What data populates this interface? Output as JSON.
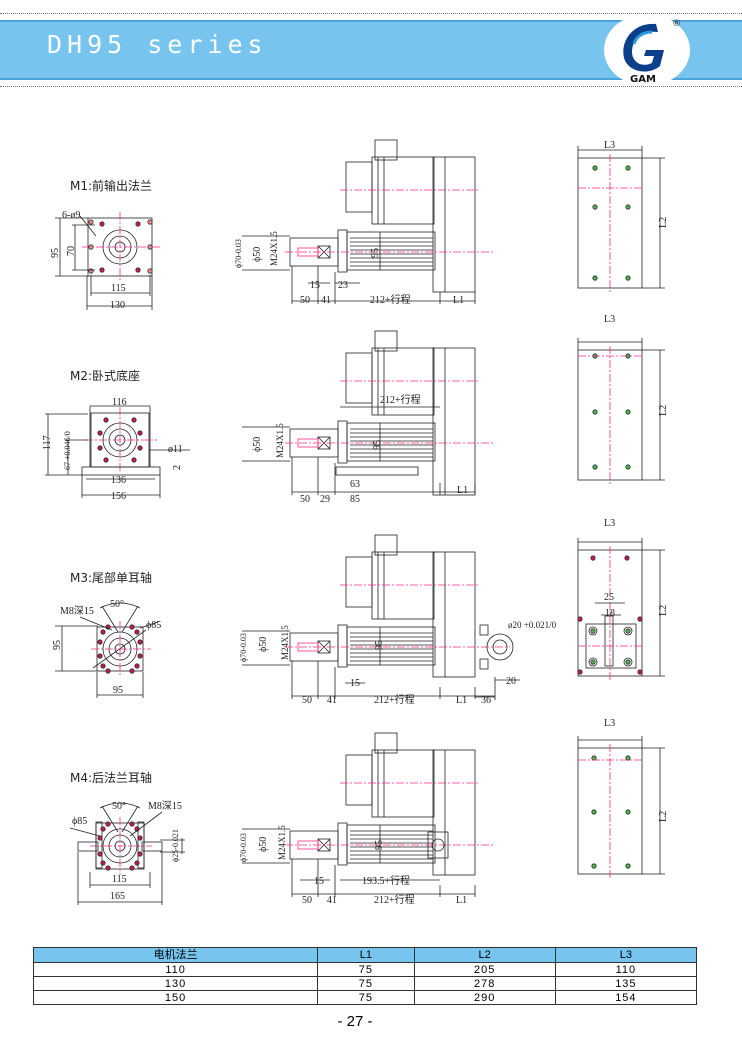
{
  "header": {
    "title": "DH95  series",
    "logo_text": "GAM",
    "logo_mark": "®"
  },
  "sections": [
    {
      "title": "M1:前输出法兰",
      "flange": {
        "holes": "6-ø9",
        "h1": "95",
        "h2": "70",
        "w1": "115",
        "w2": "130"
      },
      "side": {
        "d70": "ϕ70-0.03",
        "d50": "ϕ50",
        "thread": "M24X1.5",
        "h": "95",
        "a": "15",
        "b": "23",
        "c": "50",
        "d": "41",
        "stroke": "212+行程",
        "l1": "L1"
      },
      "end": {
        "l3": "L3",
        "l2": "L2"
      }
    },
    {
      "title": "M2:卧式底座",
      "flange": {
        "w_top": "116",
        "h1": "117",
        "h2": "67 +0.046/0",
        "hole": "ø11",
        "t": "2",
        "w1": "136",
        "w2": "156"
      },
      "side": {
        "stroke_top": "212+行程",
        "d50": "ϕ50",
        "thread": "M24X1.5",
        "h": "95",
        "a": "63",
        "c": "50",
        "d": "29",
        "e": "85",
        "l1": "L1"
      },
      "end": {
        "l3": "L3",
        "l2": "L2"
      }
    },
    {
      "title": "M3:尾部单耳轴",
      "flange": {
        "angle": "50°",
        "thread": "M8深15",
        "pcd": "ϕ85",
        "h1": "95",
        "w1": "95"
      },
      "side": {
        "d70": "ϕ70-0.03",
        "d50": "ϕ50",
        "thread": "M24X1.5",
        "h": "95",
        "pin": "ø20 +0.021/0",
        "a": "15",
        "f": "20",
        "c": "50",
        "d": "41",
        "stroke": "212+行程",
        "l1": "L1",
        "g": "36"
      },
      "end": {
        "l3": "L3",
        "l2": "L2",
        "w1": "25",
        "w2": "18"
      }
    },
    {
      "title": "M4:后法兰耳轴",
      "flange": {
        "angle": "50°",
        "thread": "M8深15",
        "pcd": "ϕ85",
        "shaft": "ϕ25-0.021",
        "w1": "115",
        "w2": "165"
      },
      "side": {
        "d70": "ϕ70-0.03",
        "d50": "ϕ50",
        "thread": "M24X1.5",
        "h": "95",
        "a": "15",
        "stroke2": "193.5+行程",
        "c": "50",
        "d": "41",
        "stroke": "212+行程",
        "l1": "L1"
      },
      "end": {
        "l3": "L3",
        "l2": "L2"
      }
    }
  ],
  "table": {
    "headers": [
      "电机法兰",
      "L1",
      "L2",
      "L3"
    ],
    "rows": [
      [
        "110",
        "75",
        "205",
        "110"
      ],
      [
        "130",
        "75",
        "278",
        "135"
      ],
      [
        "150",
        "75",
        "290",
        "154"
      ]
    ]
  },
  "page_number": "- 27 -",
  "colors": {
    "band": "#77c4ef",
    "centerline": "#ff2a8a"
  }
}
